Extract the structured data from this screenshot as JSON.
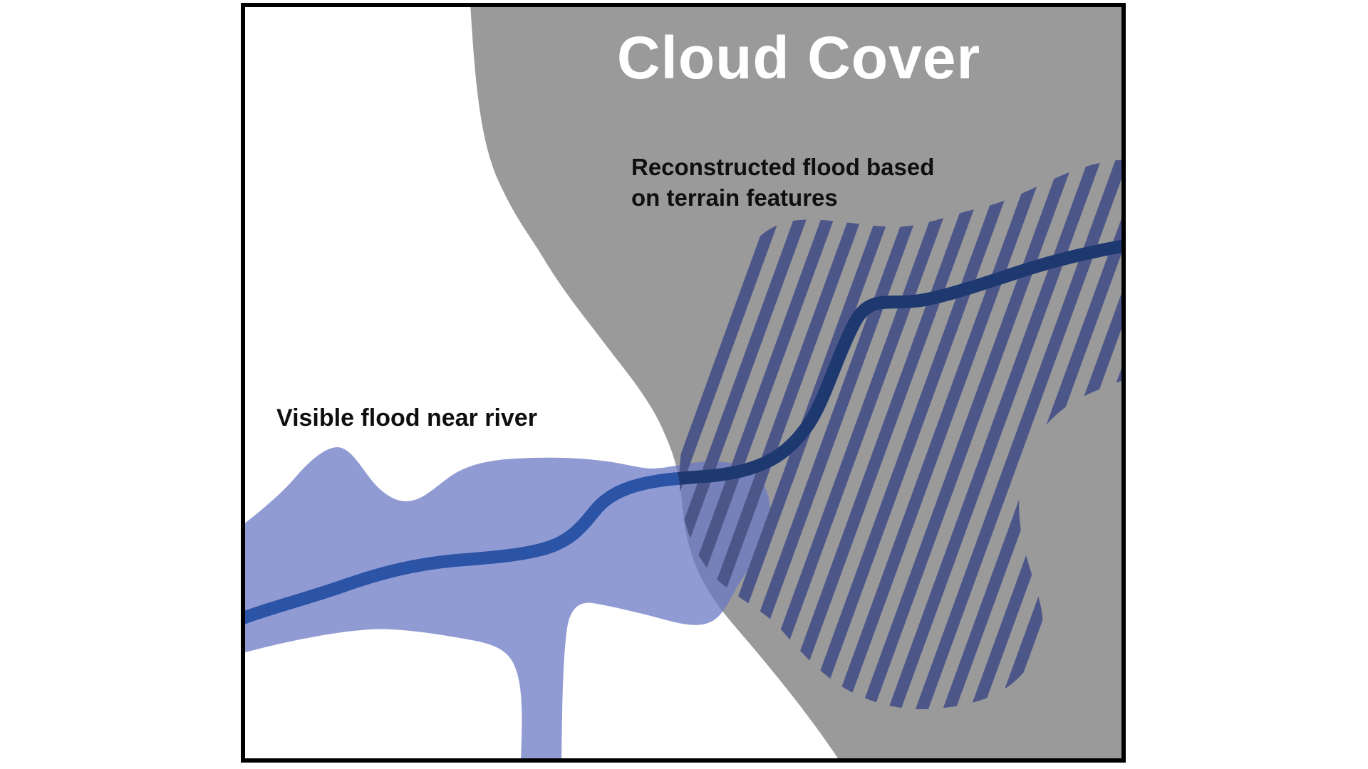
{
  "figure": {
    "title": "Cloud Cover",
    "annotations": {
      "reconstructed_line1": "Reconstructed flood based",
      "reconstructed_line2": "on terrain features",
      "visible_flood": "Visible flood near river"
    }
  },
  "colors": {
    "background": "#ffffff",
    "cloud": "#9A9A9A",
    "flood": "#6B78C4",
    "river_visible": "#2B53A6",
    "river_hidden": "#1E3870",
    "hatch_stripe": "#4D5689",
    "border": "#000000",
    "title_text": "#ffffff",
    "annotation_text": "#0f0f0f"
  }
}
